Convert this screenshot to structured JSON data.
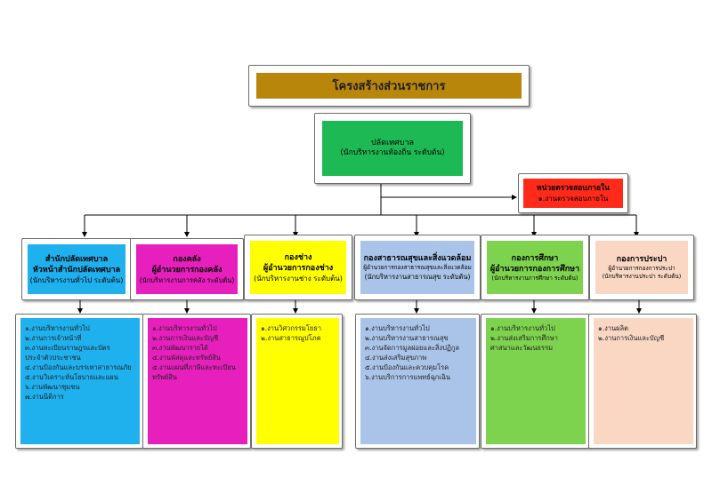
{
  "colors": {
    "title_bg": "#b8860b",
    "mayor_bg": "#1db954",
    "audit_bg": "#ff2a1a",
    "office_bg": "#1fb0ee",
    "finance_bg": "#e61fbd",
    "engineering_bg": "#ffff00",
    "health_bg": "#a9c4e8",
    "education_bg": "#7ed34e",
    "water_bg": "#f9d7c3"
  },
  "title": "โครงสร้างส่วนราชการ",
  "mayor": {
    "title": "ปลัดเทศบาล",
    "subtitle": "(นักบริหารงานท้องถิ่น ระดับต้น)"
  },
  "audit": {
    "title": "หน่วยตรวจสอบภายใน",
    "item": "๑.งานตรวจสอบภายใน"
  },
  "departments": [
    {
      "title": "สำนักปลัดเทศบาล",
      "title2": "หัวหน้าสำนักปลัดเทศบาล",
      "subtitle": "(นักบริหารงานทั่วไป ระดับต้น)",
      "items": [
        "๑.งานบริหารงานทั่วไป",
        "๒.งานการเจ้าหน้าที่",
        "๓.งานทะเบียนราษฎรและบัตร",
        "ประจำตัวประชาชน",
        "๔.งานป้องกันและบรรเทาสาธารณภัย",
        "๕.งานวิเคราะห์นโยบายและแผน",
        "๖.งานพัฒนาชุมชน",
        "๗.งานนิติการ"
      ]
    },
    {
      "title": "กองคลัง",
      "title2": "ผู้อำนวยการกองคลัง",
      "subtitle": "(นักบริหารงานการคลัง ระดับต้น)",
      "items": [
        "๑.งานบริหารงานทั่วไป",
        "๒.งานการเงินและบัญชี",
        "๓.งานพัฒนารายได้",
        "๔.งานพัสดุและทรัพย์สิน",
        "๕.งานแผนที่ภาษีและทะเบียน",
        "ทรัพย์สิน"
      ]
    },
    {
      "title": "กองช่าง",
      "title2": "ผู้อำนวยการกองช่าง",
      "subtitle": "(นักบริหารงานช่าง ระดับต้น)",
      "items": [
        "๑.งานวิศวกรรมโยธา",
        "๒.งานสาธารณูปโภค"
      ]
    },
    {
      "title": "กองสาธารณสุขและสิ่งแวดล้อม",
      "title2": "ผู้อำนวยการกองสาธารณสุขและสิ่งแวดล้อม",
      "subtitle": "(นักบริหารงานสาธารณสุข ระดับต้น)",
      "items": [
        "๑.งานบริหารงานทั่วไป",
        "๒.งานบริหารงานสาธารณสุข",
        "๓.งานจัดการมูลฝอยและสิ่งปฏิกูล",
        "๔.งานส่งเสริมสุขภาพ",
        "๕.งานป้องกันและควบคุมโรค",
        "๖.งานบริการการแพทย์ฉุกเฉิน"
      ]
    },
    {
      "title": "กองการศึกษา",
      "title2": "ผู้อำนวยการกองการศึกษา",
      "subtitle": "(นักบริหารงานการศึกษา ระดับต้น)",
      "items": [
        "๑.งานบริหารงานทั่วไป",
        "๒.งานส่งเสริมการศึกษา",
        "ศาสนาและวัฒนธรรม"
      ]
    },
    {
      "title": "กองการประปา",
      "title2": "ผู้อำนวยการกองการประปา",
      "subtitle": "(นักบริหารงานประปา ระดับต้น)",
      "items": [
        "๑.งานผลิต",
        "๒.งานการเงินและบัญชี"
      ]
    }
  ]
}
